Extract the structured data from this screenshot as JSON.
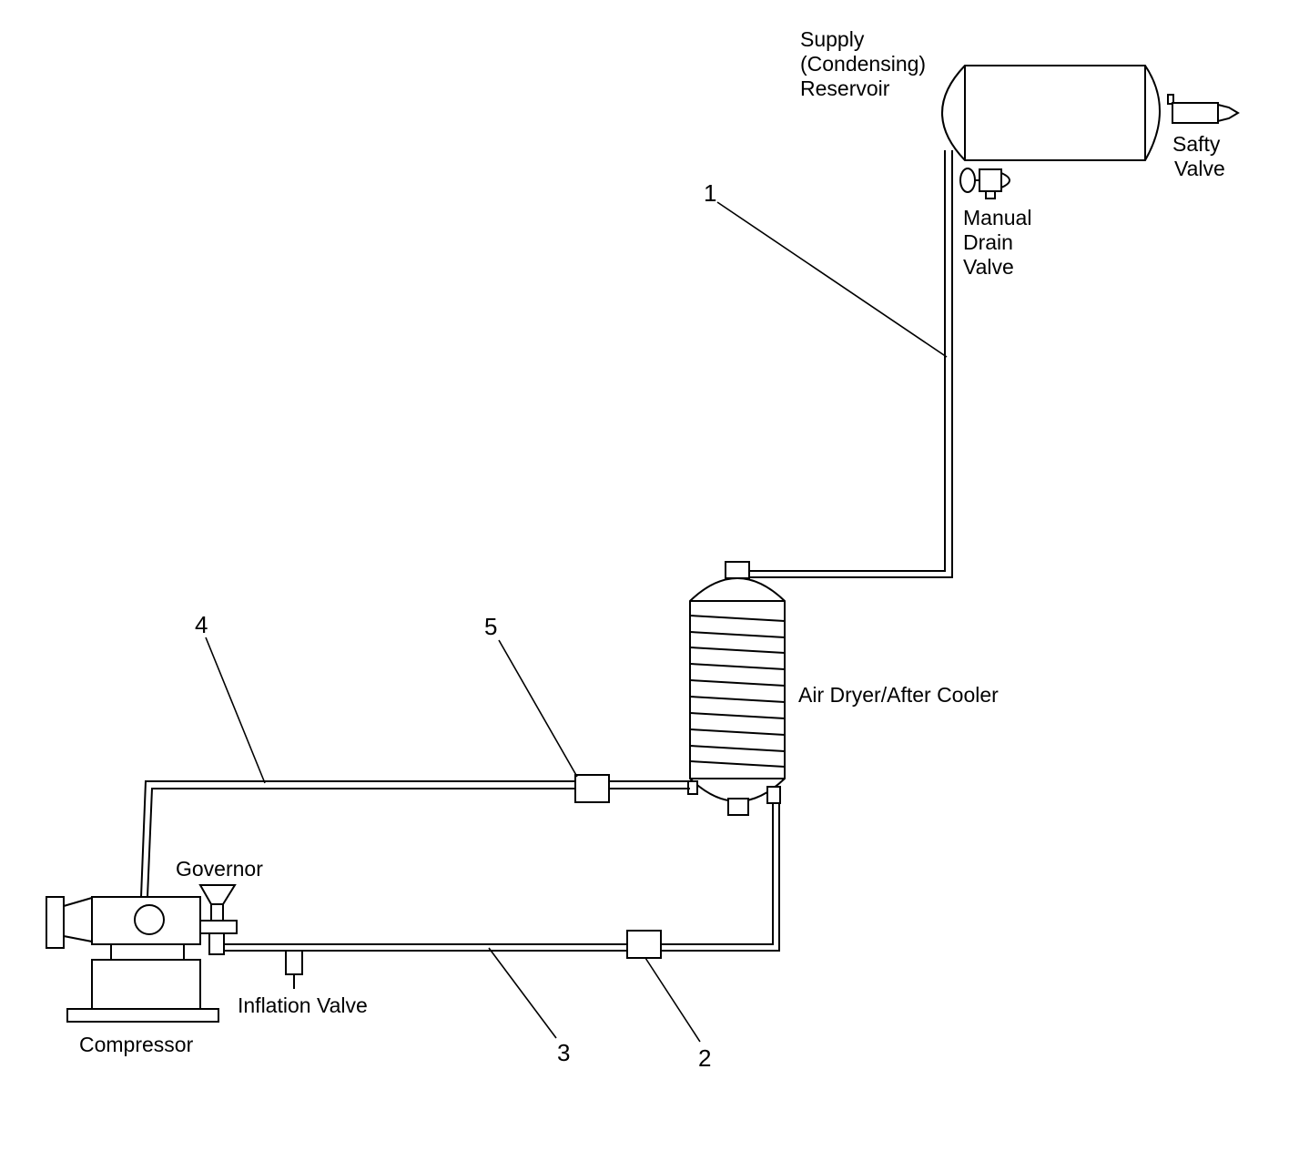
{
  "labels": {
    "supply_reservoir": [
      "Supply",
      "(Condensing)",
      "Reservoir"
    ],
    "safety_valve": [
      "Safty",
      "Valve"
    ],
    "manual_drain_valve": [
      "Manual",
      "Drain",
      "Valve"
    ],
    "air_dryer": "Air Dryer/After Cooler",
    "governor": "Governor",
    "inflation_valve": "Inflation Valve",
    "compressor": "Compressor"
  },
  "callouts": {
    "c1": "1",
    "c2": "2",
    "c3": "3",
    "c4": "4",
    "c5": "5"
  },
  "colors": {
    "line": "#000000",
    "background": "#ffffff"
  }
}
